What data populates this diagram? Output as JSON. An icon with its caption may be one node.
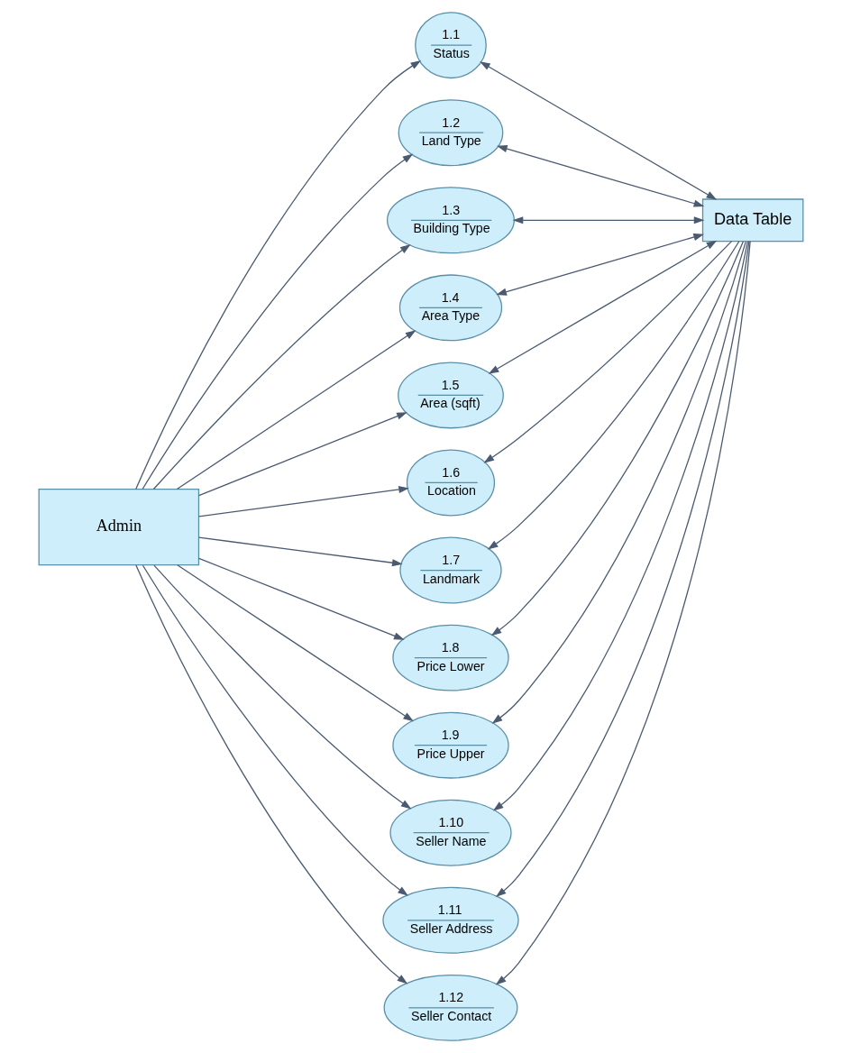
{
  "diagram": {
    "nodes": [
      {
        "text": [
          "Admin"
        ]
      },
      {
        "text": [
          "1.1",
          "Status"
        ]
      },
      {
        "text": [
          "1.2",
          "Land Type"
        ]
      },
      {
        "text": [
          "1.3",
          "Building Type"
        ]
      },
      {
        "text": [
          "1.4",
          "Area Type"
        ]
      },
      {
        "text": [
          "1.5",
          "Area (sqft)"
        ]
      },
      {
        "text": [
          "1.6",
          "Location"
        ]
      },
      {
        "text": [
          "1.7",
          "Landmark"
        ]
      },
      {
        "text": [
          "1.8",
          "Price Lower"
        ]
      },
      {
        "text": [
          "1.9",
          "Price Upper"
        ]
      },
      {
        "text": [
          "1.10",
          "Seller Name"
        ]
      },
      {
        "text": [
          "1.11",
          "Seller Address"
        ]
      },
      {
        "text": [
          "1.12",
          "Seller Contact"
        ]
      },
      {
        "text": [
          "Data Table"
        ]
      }
    ],
    "edges": [
      {
        "from": 0,
        "to": 1,
        "arrow": "to"
      },
      {
        "from": 0,
        "to": 2,
        "arrow": "to"
      },
      {
        "from": 0,
        "to": 3,
        "arrow": "to"
      },
      {
        "from": 0,
        "to": 4,
        "arrow": "to"
      },
      {
        "from": 0,
        "to": 5,
        "arrow": "to"
      },
      {
        "from": 0,
        "to": 6,
        "arrow": "to"
      },
      {
        "from": 0,
        "to": 7,
        "arrow": "to"
      },
      {
        "from": 0,
        "to": 8,
        "arrow": "to"
      },
      {
        "from": 0,
        "to": 9,
        "arrow": "to"
      },
      {
        "from": 0,
        "to": 10,
        "arrow": "to"
      },
      {
        "from": 0,
        "to": 11,
        "arrow": "to"
      },
      {
        "from": 0,
        "to": 12,
        "arrow": "to"
      },
      {
        "from": 1,
        "to": 13,
        "arrow": "both"
      },
      {
        "from": 2,
        "to": 13,
        "arrow": "both"
      },
      {
        "from": 3,
        "to": 13,
        "arrow": "both"
      },
      {
        "from": 4,
        "to": 13,
        "arrow": "both"
      },
      {
        "from": 5,
        "to": 13,
        "arrow": "both"
      },
      {
        "from": 13,
        "to": 6,
        "arrow": "to"
      },
      {
        "from": 13,
        "to": 7,
        "arrow": "to"
      },
      {
        "from": 13,
        "to": 8,
        "arrow": "to"
      },
      {
        "from": 13,
        "to": 9,
        "arrow": "to"
      },
      {
        "from": 13,
        "to": 10,
        "arrow": "to"
      },
      {
        "from": 13,
        "to": 11,
        "arrow": "to"
      },
      {
        "from": 13,
        "to": 12,
        "arrow": "to"
      }
    ]
  }
}
